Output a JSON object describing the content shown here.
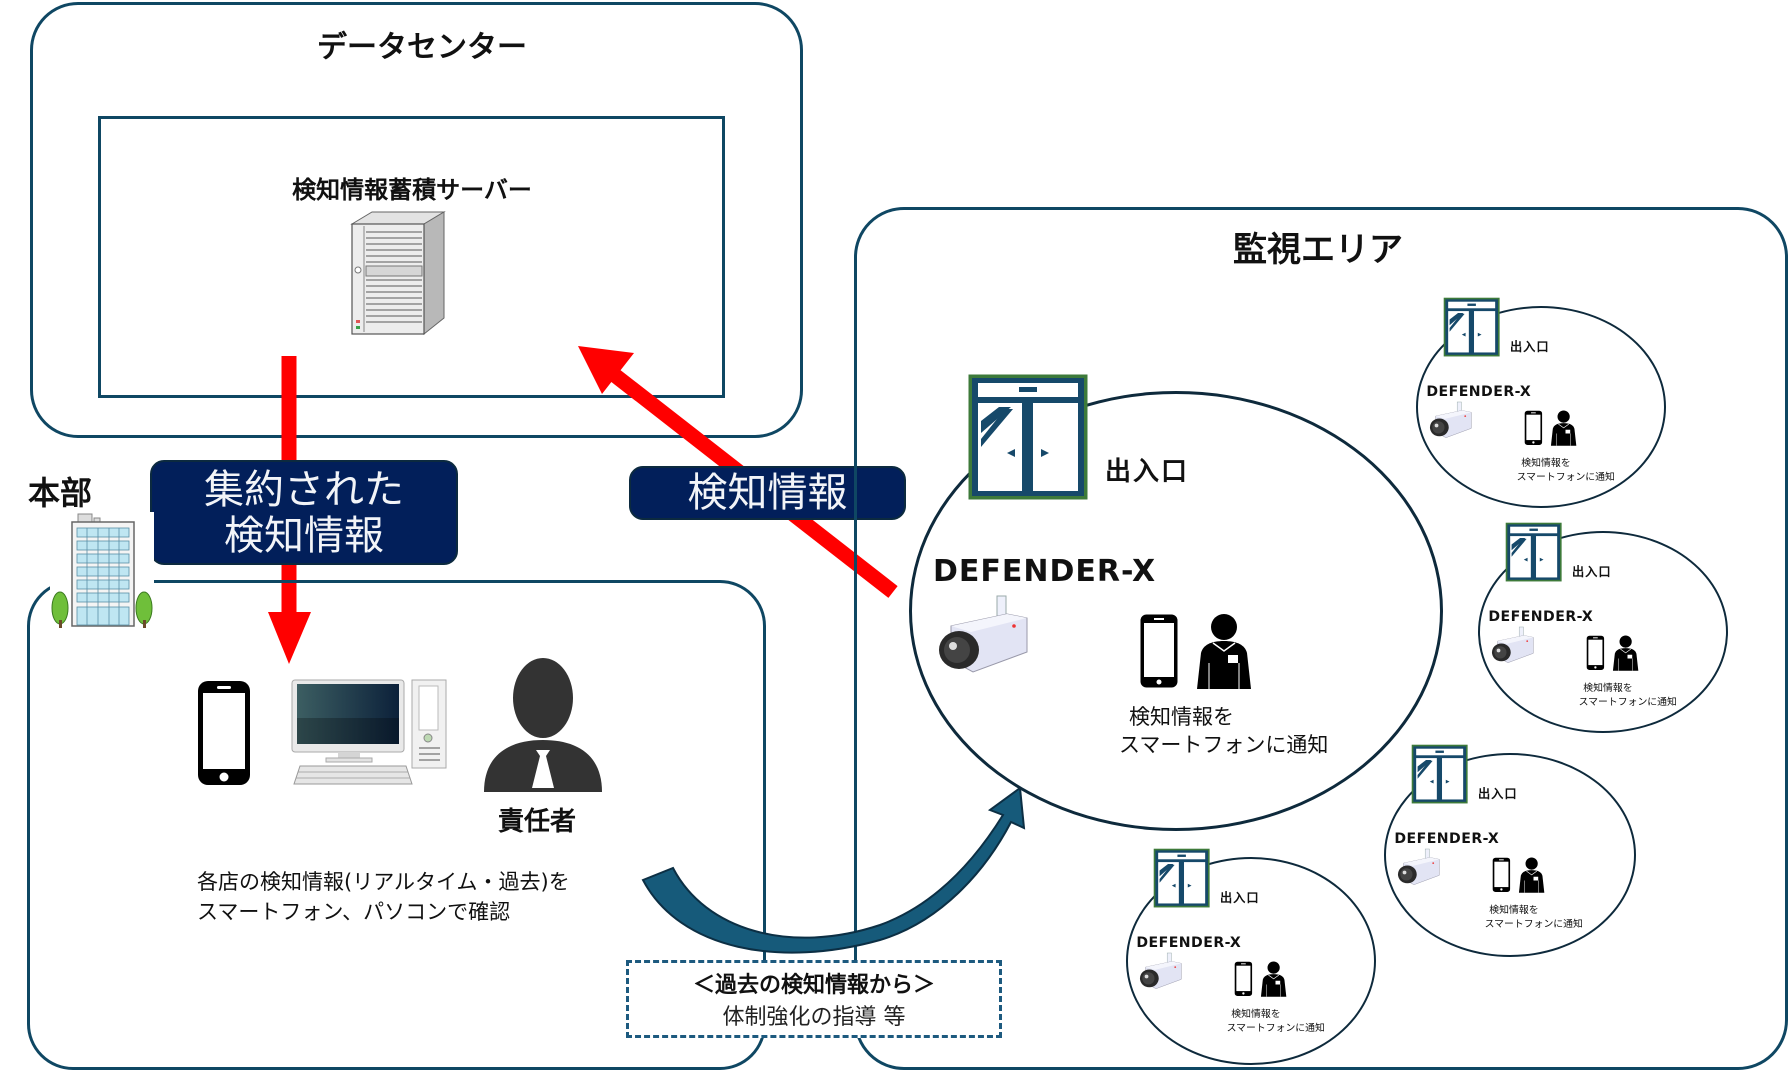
{
  "data_center": {
    "title": "データセンター",
    "server": {
      "title": "検知情報蓄積サーバー",
      "icon": "server-tower-icon"
    }
  },
  "labels": {
    "aggregated_line1": "集約された",
    "aggregated_line2": "検知情報",
    "detection_info": "検知情報"
  },
  "headquarters": {
    "title": "本部",
    "icon": "office-building-icon",
    "devices": [
      "smartphone-icon",
      "desktop-pc-icon",
      "manager-icon"
    ],
    "manager_label": "責任者",
    "description_line1": "各店の検知情報(リアルタイム・過去)を",
    "description_line2": "スマートフォン、パソコンで確認"
  },
  "guidance": {
    "line1": "＜過去の検知情報から＞",
    "line2": "体制強化の指導 等"
  },
  "watch_area": {
    "title": "監視エリア",
    "sites": [
      {
        "entrance": "出入口",
        "device": "DEFENDER-X",
        "notify_line1": "検知情報を",
        "notify_line2": "スマートフォンに通知"
      },
      {
        "entrance": "出入口",
        "device": "DEFENDER-X",
        "notify_line1": "検知情報を",
        "notify_line2": "スマートフォンに通知"
      },
      {
        "entrance": "出入口",
        "device": "DEFENDER-X",
        "notify_line1": "検知情報を",
        "notify_line2": "スマートフォンに通知"
      },
      {
        "entrance": "出入口",
        "device": "DEFENDER-X",
        "notify_line1": "検知情報を",
        "notify_line2": "スマートフォンに通知"
      },
      {
        "entrance": "出入口",
        "device": "DEFENDER-X",
        "notify_line1": "検知情報を",
        "notify_line2": "スマートフォンに通知"
      }
    ]
  },
  "colors": {
    "frame": "#0f4763",
    "label_bg": "#021f5a",
    "arrow_red": "#ff0000",
    "curve_arrow": "#165a7a",
    "door_frame": "#16496a",
    "door_border": "#3d7a3a"
  }
}
